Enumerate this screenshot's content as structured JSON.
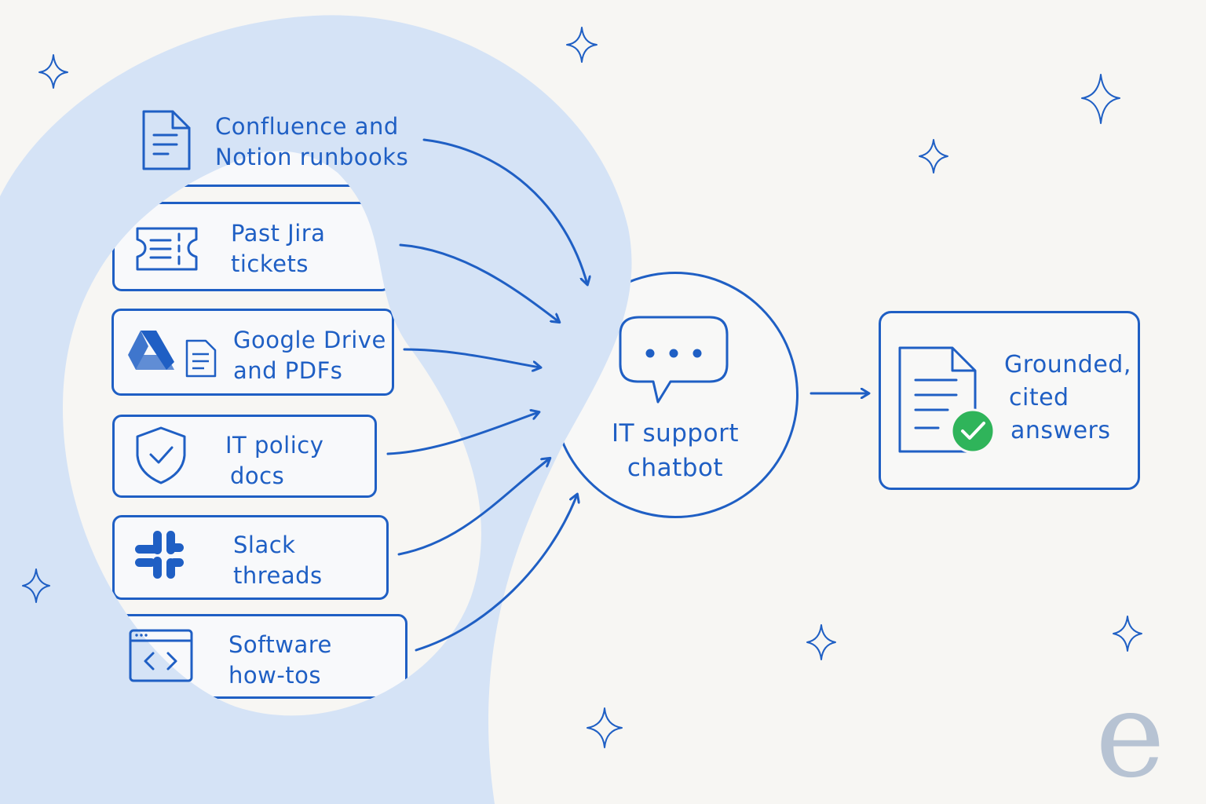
{
  "sources": [
    {
      "name": "source-confluence-notion",
      "icon": "document-icon",
      "lines": [
        "Confluence and",
        "Notion runbooks"
      ]
    },
    {
      "name": "source-jira-tickets",
      "icon": "ticket-icon",
      "lines": [
        "Past Jira",
        "tickets"
      ]
    },
    {
      "name": "source-google-drive-pdfs",
      "icon": "google-drive-icon",
      "lines": [
        "Google Drive",
        "and PDFs"
      ]
    },
    {
      "name": "source-it-policy",
      "icon": "shield-check-icon",
      "lines": [
        "IT policy",
        "docs"
      ]
    },
    {
      "name": "source-slack-threads",
      "icon": "slack-icon",
      "lines": [
        "Slack",
        "threads"
      ]
    },
    {
      "name": "source-software-howtos",
      "icon": "code-window-icon",
      "lines": [
        "Software",
        "how-tos"
      ]
    }
  ],
  "hub": {
    "icon": "chat-bubble-icon",
    "lines": [
      "IT support",
      "chatbot"
    ]
  },
  "output": {
    "icon": "document-check-icon",
    "lines": [
      "Grounded,",
      "cited",
      "answers"
    ]
  },
  "logo": {
    "text": "e"
  },
  "colors": {
    "ink": "#1f5fc4",
    "background": "#f7f6f3",
    "blob": "#d5e3f6",
    "check": "#2fb45a",
    "logo": "#b7c3d3"
  }
}
